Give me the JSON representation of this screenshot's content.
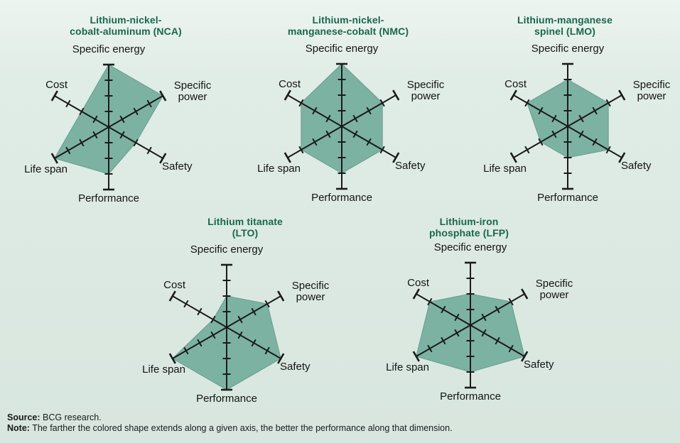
{
  "colors": {
    "background": "#dce9e2",
    "shape_fill": "#7cb2a2",
    "shape_stroke": "#639e8e",
    "axis": "#1b1b1b",
    "title_green": "#17684f",
    "label_text": "#141414"
  },
  "chart_data": {
    "type": "radar",
    "axes": [
      "Specific energy",
      "Specific power",
      "Safety",
      "Performance",
      "Life span",
      "Cost"
    ],
    "scale": {
      "min": 0,
      "max": 4,
      "ticks_per_axis": 4
    },
    "layout": {
      "grid": false,
      "legend": false,
      "charts_per_row": [
        3,
        2
      ]
    },
    "series": [
      {
        "name": "Lithium-nickel-cobalt-aluminum (NCA)",
        "title_line1": "Lithium-nickel-",
        "title_line2": "cobalt-aluminum (NCA)",
        "values": [
          4,
          4,
          2,
          3,
          4,
          2
        ]
      },
      {
        "name": "Lithium-nickel-manganese-cobalt (NMC)",
        "title_line1": "Lithium-nickel-",
        "title_line2": "manganese-cobalt (NMC)",
        "values": [
          4,
          3,
          3,
          3,
          3,
          3
        ]
      },
      {
        "name": "Lithium-manganese spinel (LMO)",
        "title_line1": "Lithium-manganese",
        "title_line2": "spinel (LMO)",
        "values": [
          3,
          3,
          3,
          2,
          2,
          3
        ]
      },
      {
        "name": "Lithium titanate (LTO)",
        "title_line1": "Lithium titanate",
        "title_line2": "(LTO)",
        "values": [
          2,
          3,
          4,
          4,
          4,
          1
        ]
      },
      {
        "name": "Lithium-iron phosphate (LFP)",
        "title_line1": "Lithium-iron",
        "title_line2": "phosphate (LFP)",
        "values": [
          2,
          3,
          4,
          3,
          4,
          3
        ]
      }
    ]
  },
  "footer": {
    "source_label": "Source:",
    "source_text": " BCG research.",
    "note_label": "Note:",
    "note_text": " The farther the colored shape extends along a given axis, the better the performance along that dimension."
  }
}
